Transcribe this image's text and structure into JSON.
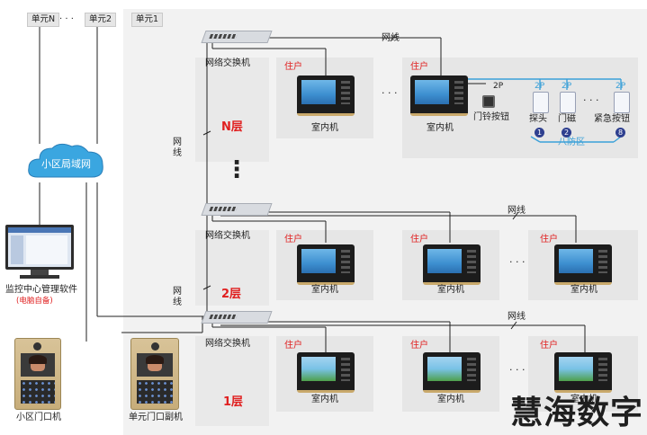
{
  "units": {
    "unit_n": "单元N",
    "dots": "· · ·",
    "unit_2": "单元2",
    "unit_1": "单元1"
  },
  "network": {
    "lan": "小区局域网",
    "switch": "网络交换机",
    "cable_h": "网线",
    "cable_v1": "网",
    "cable_v2": "线"
  },
  "center": {
    "software": "监控中心管理软件",
    "note": "(电脑自备)"
  },
  "devices": {
    "resident": "住户",
    "indoor": "室内机",
    "community_gate": "小区门口机",
    "unit_sub_gate": "单元门口副机",
    "door_bell": "门铃按钮",
    "probe": "探头",
    "magnet": "门磁",
    "emergency": "紧急按钮",
    "zones": "八防区",
    "two_p": "2P",
    "ellipsis": "· · ·"
  },
  "floors": {
    "n": "N层",
    "two": "2层",
    "one": "1层",
    "vdots": "⋮"
  },
  "badges": [
    "1",
    "2",
    "8"
  ],
  "watermark": "慧海数字",
  "colors": {
    "accent_red": "#e02020",
    "cable_blue": "#3aa0d8",
    "panel_bg": "#e9e9e9",
    "zone_badge": "#2e3f8f"
  }
}
